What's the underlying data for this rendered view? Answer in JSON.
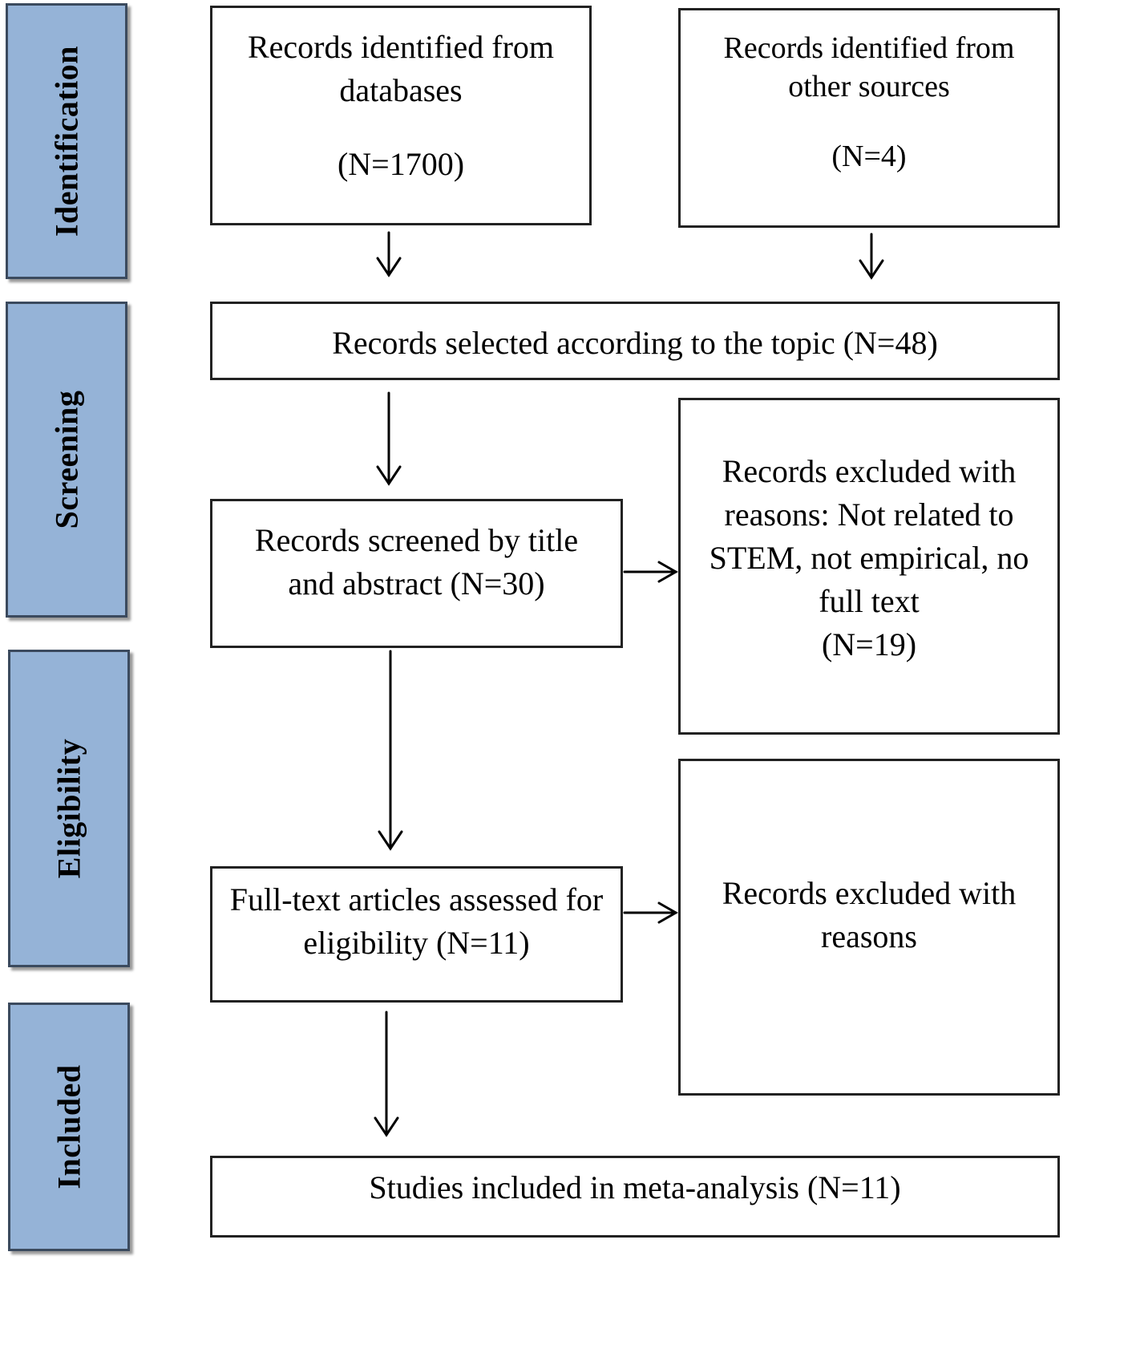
{
  "phases": {
    "identification": "Identification",
    "screening": "Screening",
    "eligibility": "Eligibility",
    "included": "Included"
  },
  "boxes": {
    "db_records": {
      "line1": "Records identified from",
      "line2": "databases",
      "count": "(N=1700)"
    },
    "other_records": {
      "line1": "Records identified from",
      "line2": "other sources",
      "count": "(N=4)"
    },
    "topic_selected": {
      "text": "Records selected according to the topic  (N=48)"
    },
    "screened": {
      "line1": "Records screened by title",
      "line2": "and abstract (N=30)"
    },
    "excluded_screening": {
      "line1": "Records excluded with",
      "line2": "reasons: Not related to",
      "line3": "STEM, not empirical, no",
      "line4": "full text",
      "count": "(N=19)"
    },
    "fulltext": {
      "line1": "Full-text articles assessed for",
      "line2": "eligibility  (N=11)"
    },
    "excluded_eligibility": {
      "line1": "Records excluded with",
      "line2": "reasons"
    },
    "included": {
      "text": "Studies included in meta-analysis (N=11)"
    }
  }
}
